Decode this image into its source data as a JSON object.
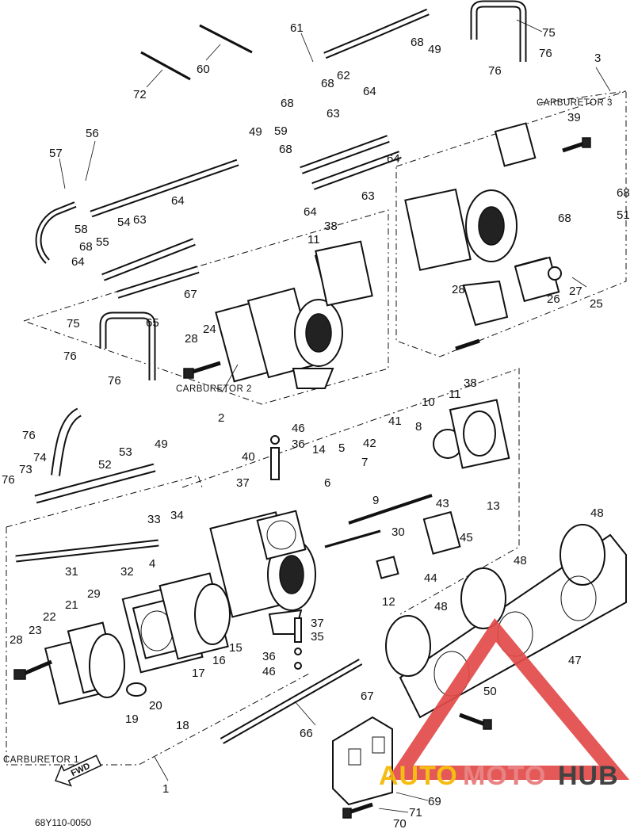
{
  "diagram": {
    "doc_code": "68Y110-0050",
    "fwd_label": "FWD",
    "groups": {
      "carburetor_1": {
        "label": "CARBURETOR 1",
        "number": "1"
      },
      "carburetor_2": {
        "label": "CARBURETOR 2",
        "number": "2"
      },
      "carburetor_3": {
        "label": "CARBURETOR 3",
        "number": "3"
      }
    },
    "callouts": [
      "4",
      "5",
      "6",
      "7",
      "8",
      "9",
      "10",
      "11",
      "11",
      "12",
      "13",
      "14",
      "15",
      "16",
      "17",
      "18",
      "19",
      "20",
      "21",
      "22",
      "23",
      "24",
      "25",
      "26",
      "27",
      "28",
      "28",
      "28",
      "29",
      "30",
      "31",
      "32",
      "33",
      "34",
      "35",
      "36",
      "36",
      "37",
      "37",
      "38",
      "38",
      "39",
      "40",
      "41",
      "42",
      "43",
      "44",
      "45",
      "46",
      "46",
      "47",
      "48",
      "48",
      "48",
      "49",
      "49",
      "49",
      "50",
      "51",
      "52",
      "53",
      "54",
      "55",
      "56",
      "57",
      "58",
      "59",
      "60",
      "61",
      "62",
      "63",
      "63",
      "63",
      "64",
      "64",
      "64",
      "64",
      "64",
      "65",
      "66",
      "67",
      "67",
      "68",
      "68",
      "68",
      "68",
      "68",
      "68",
      "68",
      "69",
      "70",
      "71",
      "72",
      "73",
      "74",
      "75",
      "75",
      "76",
      "76",
      "76",
      "76",
      "76",
      "76"
    ]
  },
  "watermark": {
    "part1": "AUTO",
    "part2": "MOTO",
    "part3": "HUB",
    "colors": {
      "auto": "#F5B800",
      "moto": "#E87878",
      "hub": "#333333",
      "triangle": "#E24A4A"
    }
  }
}
